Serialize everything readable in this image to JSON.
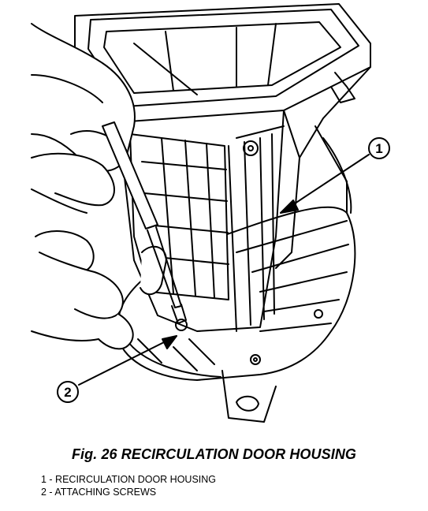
{
  "figure": {
    "caption": "Fig. 26 RECIRCULATION DOOR HOUSING",
    "callouts": [
      {
        "number": "1"
      },
      {
        "number": "2"
      }
    ]
  },
  "legend": {
    "items": [
      "1 - RECIRCULATION DOOR HOUSING",
      "2 - ATTACHING SCREWS"
    ]
  }
}
